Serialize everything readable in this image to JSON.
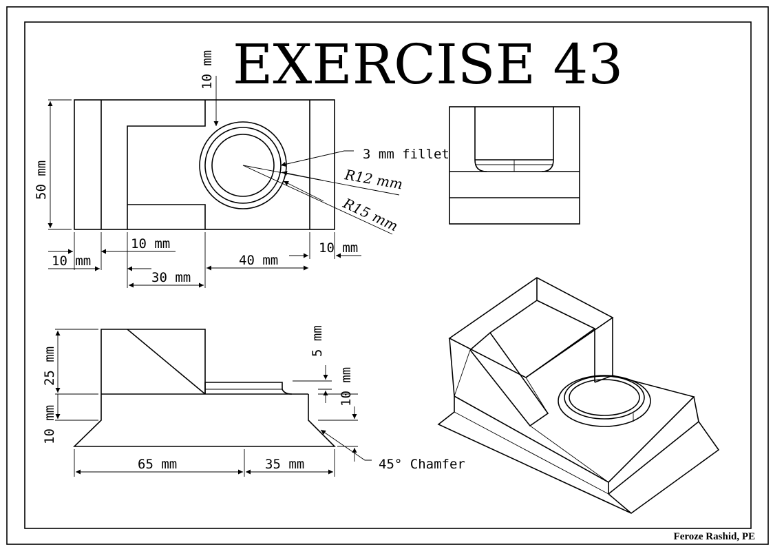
{
  "title": "EXERCISE 43",
  "author": "Feroze Rashid, PE",
  "top_view": {
    "height": "50 mm",
    "hole_offset": "10 mm",
    "fillet": "3 mm fillet",
    "inner_radius": "R12 mm",
    "outer_radius": "R15 mm",
    "dim_left_a": "10 mm",
    "dim_left_b": "10 mm",
    "dim_slot_width": "30 mm",
    "dim_hole_x": "40 mm",
    "dim_right": "10 mm"
  },
  "front_view": {
    "upper_height": "25 mm",
    "lower_height": "10 mm",
    "boss_height": "5 mm",
    "base_step": "10 mm",
    "left_length": "65 mm",
    "right_length": "35 mm",
    "chamfer": "45° Chamfer"
  }
}
